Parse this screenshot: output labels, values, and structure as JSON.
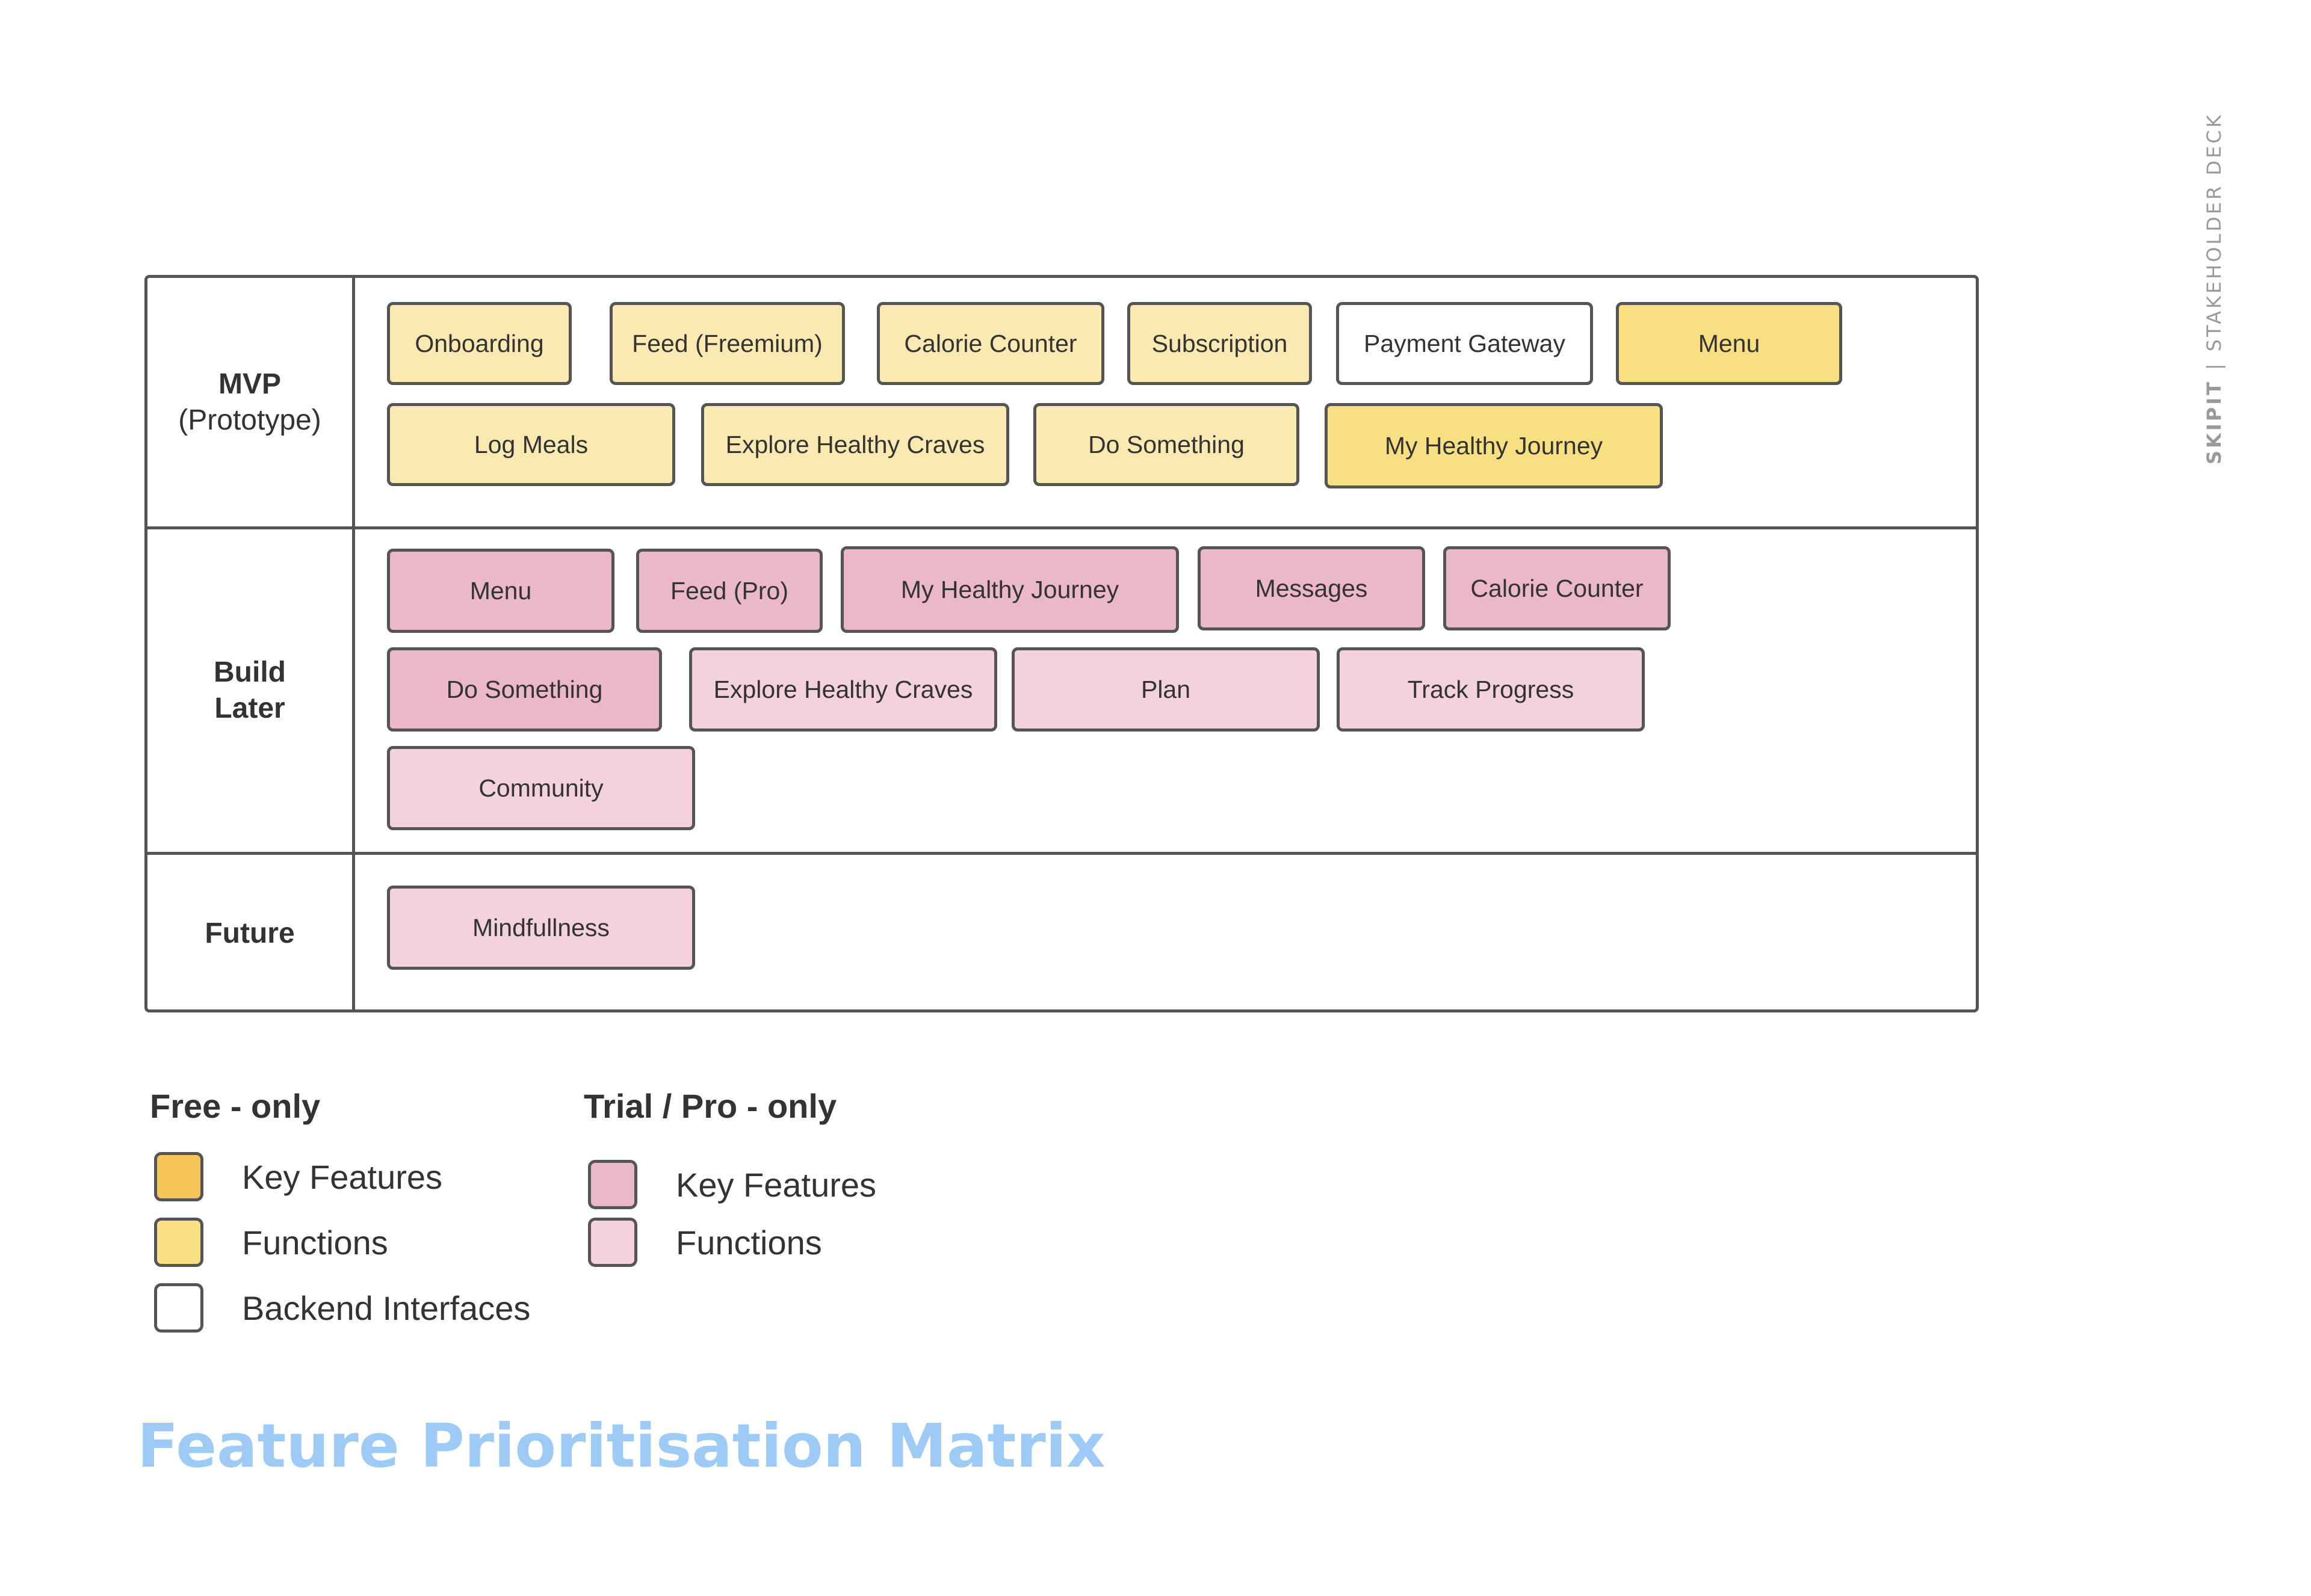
{
  "side_label": {
    "brand": "SKIPIT",
    "separator": "|",
    "deck": "STAKEHOLDER DECK"
  },
  "rows": [
    {
      "label_bold": "MVP",
      "label_sub": "(Prototype)"
    },
    {
      "label_bold": "Build",
      "label_sub": "Later"
    },
    {
      "label_bold": "Future",
      "label_sub": ""
    }
  ],
  "mvp": [
    {
      "label": "Onboarding",
      "kind": "functions"
    },
    {
      "label": "Feed (Freemium)",
      "kind": "functions"
    },
    {
      "label": "Calorie Counter",
      "kind": "functions"
    },
    {
      "label": "Subscription",
      "kind": "functions"
    },
    {
      "label": "Payment Gateway",
      "kind": "backend"
    },
    {
      "label": "Menu",
      "kind": "key"
    },
    {
      "label": "Log Meals",
      "kind": "functions"
    },
    {
      "label": "Explore Healthy Craves",
      "kind": "functions"
    },
    {
      "label": "Do Something",
      "kind": "functions"
    },
    {
      "label": "My Healthy Journey",
      "kind": "key"
    }
  ],
  "build_later": [
    {
      "label": "Menu",
      "kind": "pro_key"
    },
    {
      "label": "Feed (Pro)",
      "kind": "pro_key"
    },
    {
      "label": "My Healthy Journey",
      "kind": "pro_key"
    },
    {
      "label": "Messages",
      "kind": "pro_key"
    },
    {
      "label": "Calorie Counter",
      "kind": "pro_key"
    },
    {
      "label": "Do Something",
      "kind": "pro_key"
    },
    {
      "label": "Explore Healthy Craves",
      "kind": "pro_functions"
    },
    {
      "label": "Plan",
      "kind": "pro_functions"
    },
    {
      "label": "Track Progress",
      "kind": "pro_functions"
    },
    {
      "label": "Community",
      "kind": "pro_functions"
    }
  ],
  "future": [
    {
      "label": "Mindfullness",
      "kind": "pro_functions"
    }
  ],
  "legend": {
    "free": {
      "title": "Free - only",
      "items": [
        {
          "label": "Key Features",
          "kind": "free_key"
        },
        {
          "label": "Functions",
          "kind": "free_functions"
        },
        {
          "label": "Backend Interfaces",
          "kind": "backend"
        }
      ]
    },
    "pro": {
      "title": "Trial / Pro - only",
      "items": [
        {
          "label": "Key Features",
          "kind": "pro_key"
        },
        {
          "label": "Functions",
          "kind": "pro_functions"
        }
      ]
    }
  },
  "colors": {
    "functions": "#faeab1",
    "key": "#f8df82",
    "backend": "#ffffff",
    "free_key": "#f5c55a",
    "free_functions": "#fae084",
    "pro_key": "#eab8c8",
    "pro_functions": "#f3d1dd",
    "title": "#9ecbf5",
    "border": "#555555"
  },
  "title": "Feature Prioritisation Matrix"
}
